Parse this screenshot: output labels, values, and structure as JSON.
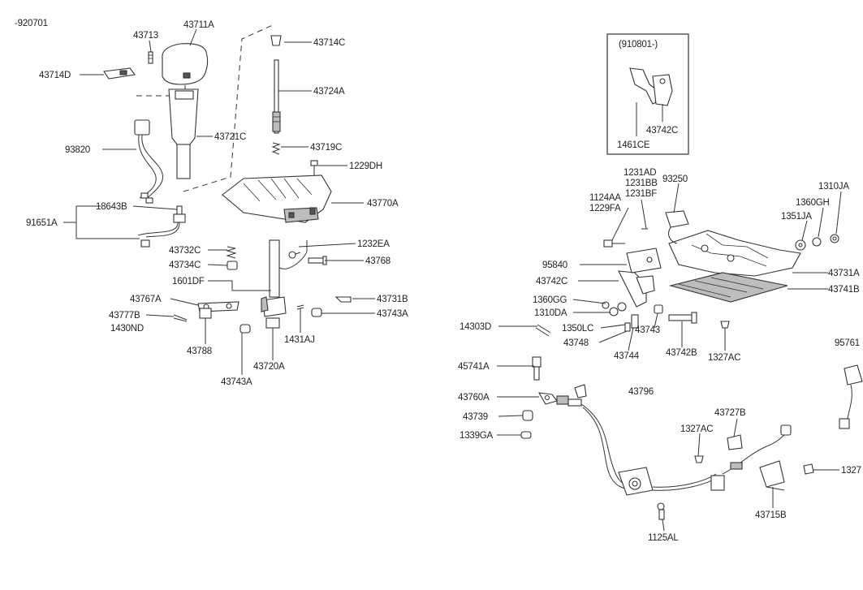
{
  "figure_code": "-920701",
  "inset": {
    "date_code": "(910801-)",
    "labels": [
      "1461CE",
      "43742C"
    ]
  },
  "labels": {
    "l43713": "43713",
    "l43711A": "43711A",
    "l43714C": "43714C",
    "l43714D": "43714D",
    "l43724A": "43724A",
    "l93820": "93820",
    "l43721C": "43721C",
    "l43719C": "43719C",
    "l1229DH": "1229DH",
    "l18643B": "18643B",
    "l91651A": "91651A",
    "l43770A": "43770A",
    "l43732C": "43732C",
    "l1232EA": "1232EA",
    "l43734C": "43734C",
    "l43768": "43768",
    "l1601DF": "1601DF",
    "l43767A": "43767A",
    "l43731B": "43731B",
    "l43777B": "43777B",
    "l43743A_r": "43743A",
    "l1430ND": "1430ND",
    "l1431AJ": "1431AJ",
    "l43788": "43788",
    "l43720A": "43720A",
    "l43743A_b": "43743A",
    "l1231AD": "1231AD",
    "l1231BB": "1231BB",
    "l1231BF": "1231BF",
    "l93250": "93250",
    "l1310JA": "1310JA",
    "l1124AA": "1124AA",
    "l1229FA": "1229FA",
    "l1360GH": "1360GH",
    "l1351JA": "1351JA",
    "l95840": "95840",
    "l43731A": "43731A",
    "l43742C_m": "43742C",
    "l43741B": "43741B",
    "l1360GG": "1360GG",
    "l1310DA": "1310DA",
    "l14303D": "14303D",
    "l1350LC": "1350LC",
    "l43743": "43743",
    "l43748": "43748",
    "l43744": "43744",
    "l43742B": "43742B",
    "l1327AC_a": "1327AC",
    "l95761": "95761",
    "l45741A": "45741A",
    "l43796": "43796",
    "l43760A": "43760A",
    "l43727B": "43727B",
    "l43739": "43739",
    "l1327AC_b": "1327AC",
    "l1339GA": "1339GA",
    "l1327_r": "1327",
    "l43715B": "43715B",
    "l1125AL": "1125AL"
  }
}
